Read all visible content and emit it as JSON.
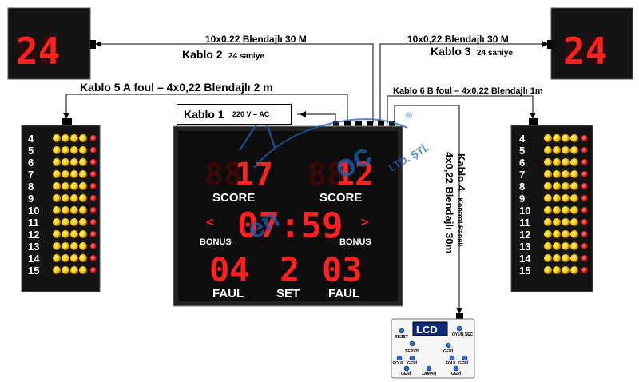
{
  "cables": {
    "left_spec": "10x0,22 Blendajlı 30 M",
    "left_name": "Kablo 2",
    "left_sub": "24 saniye",
    "right_spec": "10x0,22 Blendajlı 30 M",
    "right_name": "Kablo 3",
    "right_sub": "24 saniye",
    "foul_a": "Kablo 5 A foul – 4x0,22 Blendajlı 2 m",
    "foul_b": "Kablo 6 B foul – 4x0,22 Blendajlı 1m",
    "power_name": "Kablo 1",
    "power_spec": "220 V – AC",
    "control_name": "Kablo 4",
    "control_sub": "Kontrol Paneli",
    "control_spec": "4x0,22 Blendajlı 30m"
  },
  "shot_clock": {
    "value": "24"
  },
  "scoreboard": {
    "home_score": "17",
    "guest_score": "12",
    "score_label": "SCORE",
    "time": "07:59",
    "bonus_label": "BONUS",
    "foul_left": "04",
    "set": "2",
    "foul_right": "03",
    "faul_label": "FAUL",
    "set_label": "SET",
    "arrow_left": "<",
    "arrow_right": ">"
  },
  "foul_columns": {
    "numbers": [
      "4",
      "5",
      "6",
      "7",
      "8",
      "9",
      "10",
      "11",
      "12",
      "13",
      "14",
      "15"
    ]
  },
  "watermark": {
    "text_a": "en",
    "text_b": "oc",
    "text_c": "LTD. ŞTİ.",
    "mark": "®"
  },
  "control_panel": {
    "display": "LCD",
    "buttons": [
      "RESET",
      "OYUN SEÇ",
      "SERVİS",
      "GERİ",
      "FOUL",
      "GERİ",
      "FOUL",
      "GERİ",
      "GERİ",
      "ZAMAN",
      "GERİ"
    ]
  },
  "colors": {
    "led_red": "#ff2020",
    "led_yellow": "#ffcc00",
    "panel_bg": "#111111"
  }
}
